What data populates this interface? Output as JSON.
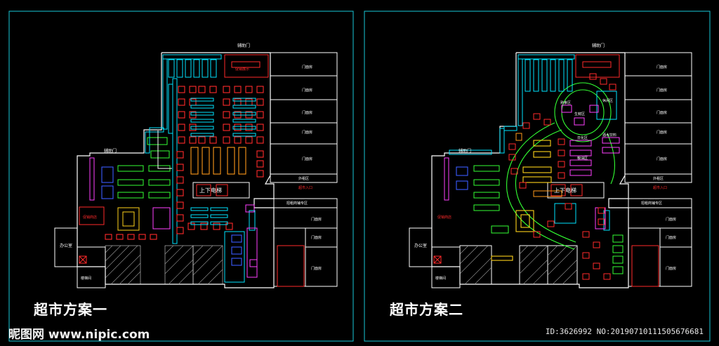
{
  "plans": [
    {
      "caption": "超市方案一",
      "labels": {
        "entrance_top": "辅助门",
        "entrance_left": "辅助门",
        "sales_desk": "促销商店",
        "elevator": "上下电梯",
        "outer_zone": "外租区",
        "mall_entrance": "超市入口",
        "staircase": "楼梯间",
        "office": "办公室",
        "shops_bottom": "招租商铺专区",
        "shop": "门面房",
        "promo": "促销展示"
      }
    },
    {
      "caption": "超市方案二",
      "labels": {
        "entrance_top": "辅助门",
        "entrance_left": "辅助门",
        "sales_desk": "促销商店",
        "elevator": "上下电梯",
        "outer_zone": "外租区",
        "mall_entrance": "超市入口",
        "staircase": "楼梯间",
        "office": "办公室",
        "shops_bottom": "招租商铺专区",
        "shop": "门面房",
        "zone_a": "熟食区",
        "zone_b": "生鲜区",
        "zone_c": "日化区",
        "zone_d": "粮油区",
        "zone_e": "休闲区",
        "zone_f": "酒水饮料"
      }
    }
  ],
  "watermark": "昵图网 www.nipic.com",
  "image_id": "ID:3626992 NO:20190710111505676681",
  "colors": {
    "frame": "#19c8d8",
    "wall": "#ffffff",
    "red": "#ff2a2a",
    "cyan": "#00e5ff",
    "green": "#33ff33",
    "yellow": "#ffd21a",
    "orange": "#ff9a1a",
    "magenta": "#ff40ff",
    "blue": "#3a5cff"
  }
}
